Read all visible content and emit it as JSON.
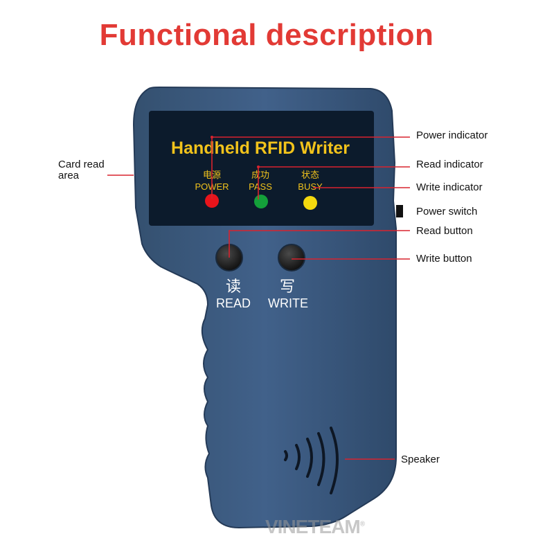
{
  "title": "Functional description",
  "device": {
    "panel_label": "Handheld RFID Writer",
    "indicators": [
      {
        "cn": "电源",
        "en": "POWER",
        "color": "#e8141b"
      },
      {
        "cn": "成功",
        "en": "PASS",
        "color": "#14a03a"
      },
      {
        "cn": "状态",
        "en": "BUSY",
        "color": "#f4d90e"
      }
    ],
    "buttons": [
      {
        "cn": "读",
        "en": "READ"
      },
      {
        "cn": "写",
        "en": "WRITE"
      }
    ],
    "body_color": "#3d5a80",
    "accent_text_color": "#f2c31b"
  },
  "callouts": {
    "card_read_area": [
      "Card read",
      "area"
    ],
    "power_indicator": "Power indicator",
    "read_indicator": "Read indicator",
    "write_indicator": "Write indicator",
    "power_switch": "Power switch",
    "read_button": "Read button",
    "write_button": "Write button",
    "speaker": "Speaker"
  },
  "watermark": {
    "text": "VINETEAM",
    "mark": "®"
  },
  "colors": {
    "title": "#e23a35",
    "leader_line": "#d9232e"
  }
}
